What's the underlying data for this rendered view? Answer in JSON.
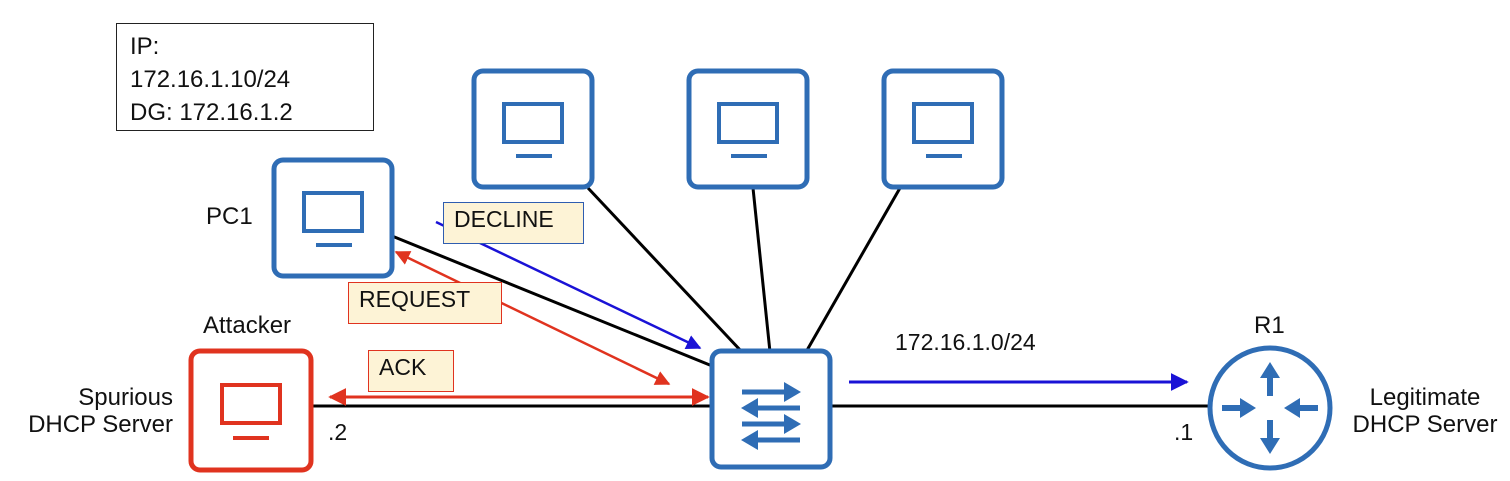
{
  "info_box": {
    "line1": "IP:",
    "line2": "172.16.1.10/24",
    "line3": "DG: 172.16.1.2"
  },
  "labels": {
    "pc1": "PC1",
    "attacker": "Attacker",
    "spurious_line1": "Spurious",
    "spurious_line2": "DHCP Server",
    "r1": "R1",
    "legit_line1": "Legitimate",
    "legit_line2": "DHCP Server",
    "network": "172.16.1.0/24",
    "attacker_ip": ".2",
    "router_ip": ".1"
  },
  "messages": {
    "decline": "DECLINE",
    "request": "REQUEST",
    "ack": "ACK"
  },
  "colors": {
    "device_blue": "#2f6db5",
    "attacker_red": "#e0331f",
    "arrow_blue": "#1a12d6",
    "arrow_red": "#e0331f",
    "tag_fill": "#fdf3d6"
  },
  "icons": [
    "pc-icon",
    "switch-icon",
    "router-icon"
  ]
}
